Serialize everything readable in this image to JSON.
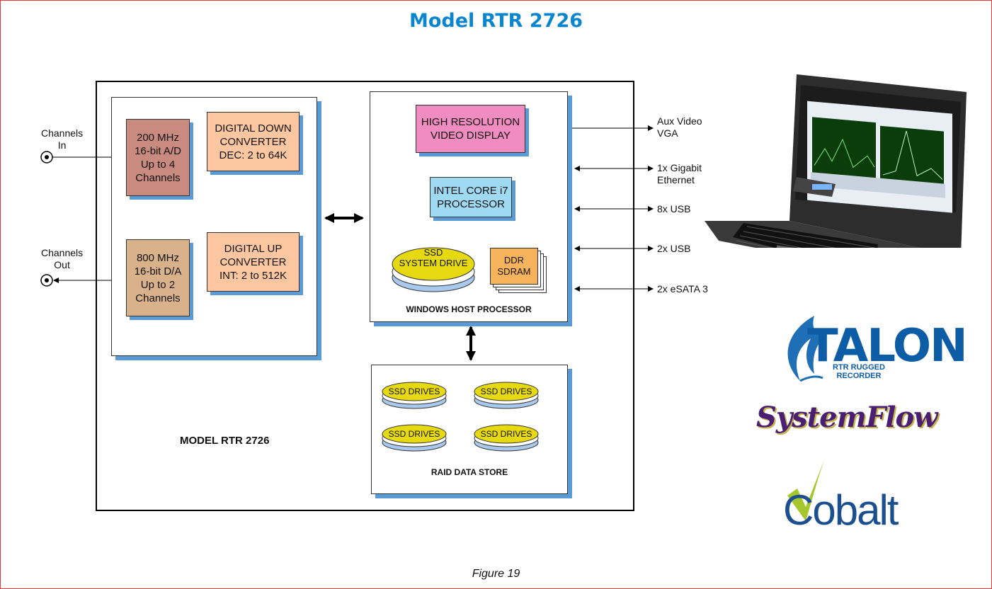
{
  "title": "Model RTR 2726",
  "caption": "Figure 19",
  "diagram": {
    "model_label": "MODEL RTR 2726",
    "inputs": {
      "channels_in": "Channels\nIn",
      "channels_out": "Channels\nOut"
    },
    "blocks": {
      "adc": "200 MHz\n16-bit A/D\nUp to 4\nChannels",
      "ddc": "DIGITAL DOWN\nCONVERTER\nDEC: 2 to 64K",
      "dac": "800 MHz\n16-bit D/A\nUp to 2\nChannels",
      "duc": "DIGITAL UP\nCONVERTER\nINT: 2 to 512K",
      "video": "HIGH RESOLUTION\nVIDEO DISPLAY",
      "cpu": "INTEL CORE i7\nPROCESSOR",
      "ssd_system": "SSD\nSYSTEM DRIVE",
      "ddr": "DDR\nSDRAM",
      "ssd_drives": [
        "SSD DRIVES",
        "SSD DRIVES",
        "SSD DRIVES",
        "SSD DRIVES"
      ]
    },
    "host_label": "WINDOWS HOST PROCESSOR",
    "raid_label": "RAID DATA STORE",
    "ports": [
      "Aux Video\nVGA Output",
      "1x Gigabit\nEthernet",
      "8x USB",
      "2x USB",
      "2x eSATA 3"
    ]
  },
  "logos": {
    "talon": "TALON",
    "talon_sub": "RTR RUGGED\nRECORDER",
    "systemflow": "SystemFlow",
    "cobalt": "Cobalt"
  },
  "colors": {
    "title": "#0a86cf",
    "border": "#e23b3b",
    "shadow": "#5b9bd5",
    "adc": "#c98a80",
    "ddc": "#fbc6a0",
    "dac": "#d9b28c",
    "video": "#f08cbf",
    "cpu": "#9fd9f2",
    "ssd": "#e7d90f",
    "ddr": "#f7b25c"
  }
}
